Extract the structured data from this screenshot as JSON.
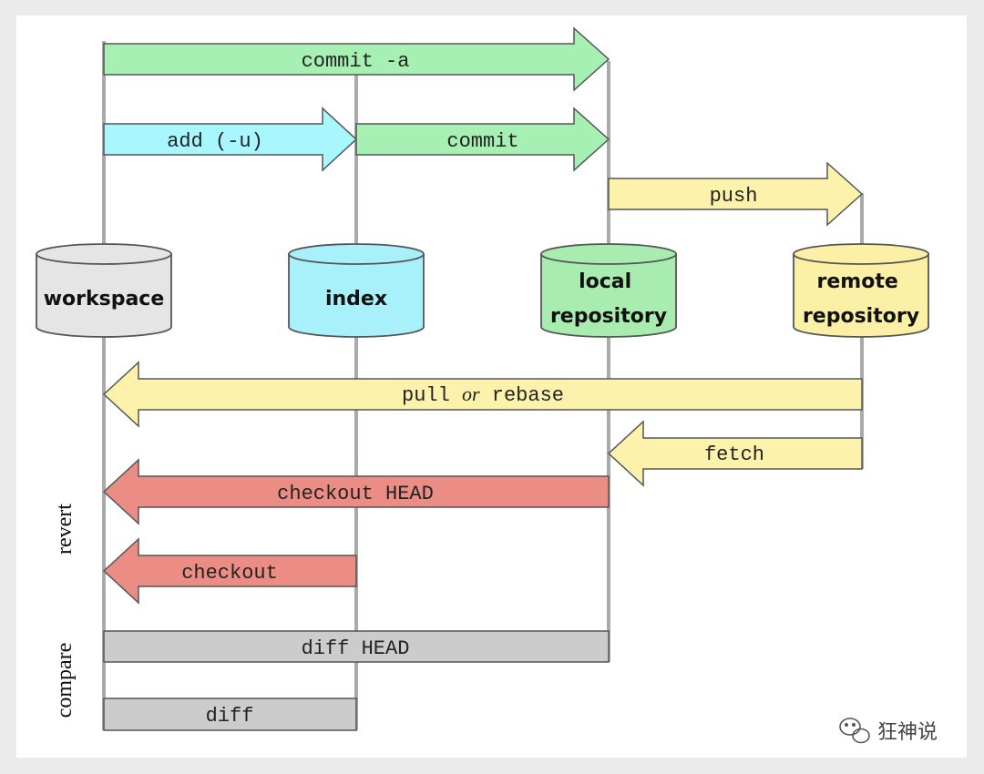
{
  "colors": {
    "workspace": "#e5e5e5",
    "index": "#a8f0fa",
    "local_repository": "#a8ecb0",
    "remote_repository": "#fbf0a6",
    "commit_arrow": "#a6f0b4",
    "add_arrow": "#a8f6fe",
    "push_arrow": "#fdf2ab",
    "revert_arrow": "#ec8d85",
    "diff_bar": "#cccccc",
    "lifeline": "#aaaaaa"
  },
  "stores": {
    "workspace": [
      "workspace"
    ],
    "index": [
      "index"
    ],
    "local_repository": [
      "local",
      "repository"
    ],
    "remote_repository": [
      "remote",
      "repository"
    ]
  },
  "arrows": {
    "commit_a": "commit -a",
    "add": "add (-u)",
    "commit": "commit",
    "push": "push",
    "pull_or_rebase": {
      "pull": "pull",
      "or": "or",
      "rebase": "rebase"
    },
    "fetch": "fetch",
    "checkout_head": "checkout HEAD",
    "checkout": "checkout"
  },
  "bars": {
    "diff_head": "diff HEAD",
    "diff": "diff"
  },
  "side_labels": {
    "revert": "revert",
    "compare": "compare"
  },
  "watermark": {
    "icon": "wechat-icon",
    "text": "狂神说"
  }
}
